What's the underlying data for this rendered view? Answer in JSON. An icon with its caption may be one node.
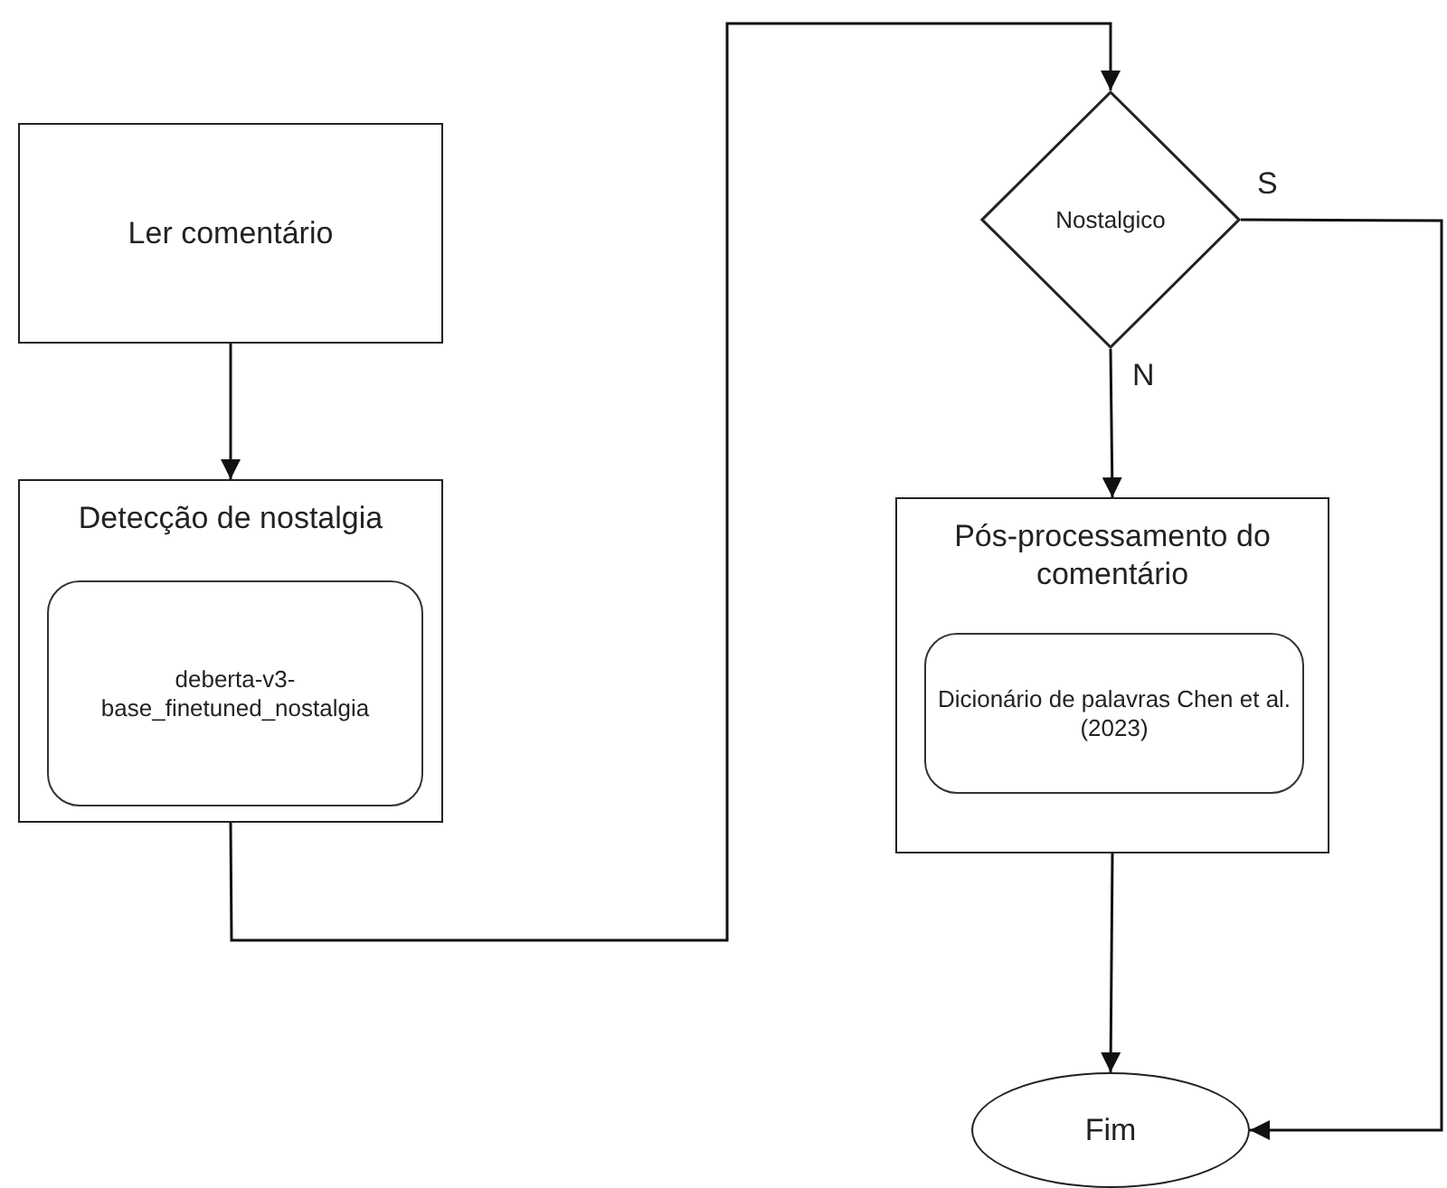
{
  "diagram": {
    "nodes": [
      {
        "text": [
          "Ler comentário"
        ]
      },
      {
        "text": [
          "Detecção de nostalgia"
        ]
      },
      {
        "text": [
          "deberta-v3- base_finetuned_nostalgia"
        ],
        "in": 1
      },
      {
        "text": [
          "Nostalgico"
        ]
      },
      {
        "text": [
          "Pós-processamento do comentário"
        ]
      },
      {
        "text": [
          "Dicionário de palavras Chen et al. (2023)"
        ],
        "in": 4
      },
      {
        "text": [
          "Fim"
        ]
      }
    ],
    "edges": [
      {
        "from": 0,
        "to": 1,
        "arrow": "to"
      },
      {
        "from": 1,
        "to": 3,
        "arrow": "to"
      },
      {
        "from": 3,
        "to": 4,
        "label": "N",
        "arrow": "to"
      },
      {
        "from": 3,
        "to": 6,
        "label": "S",
        "arrow": "to"
      },
      {
        "from": 4,
        "to": 6,
        "arrow": "to"
      }
    ]
  }
}
